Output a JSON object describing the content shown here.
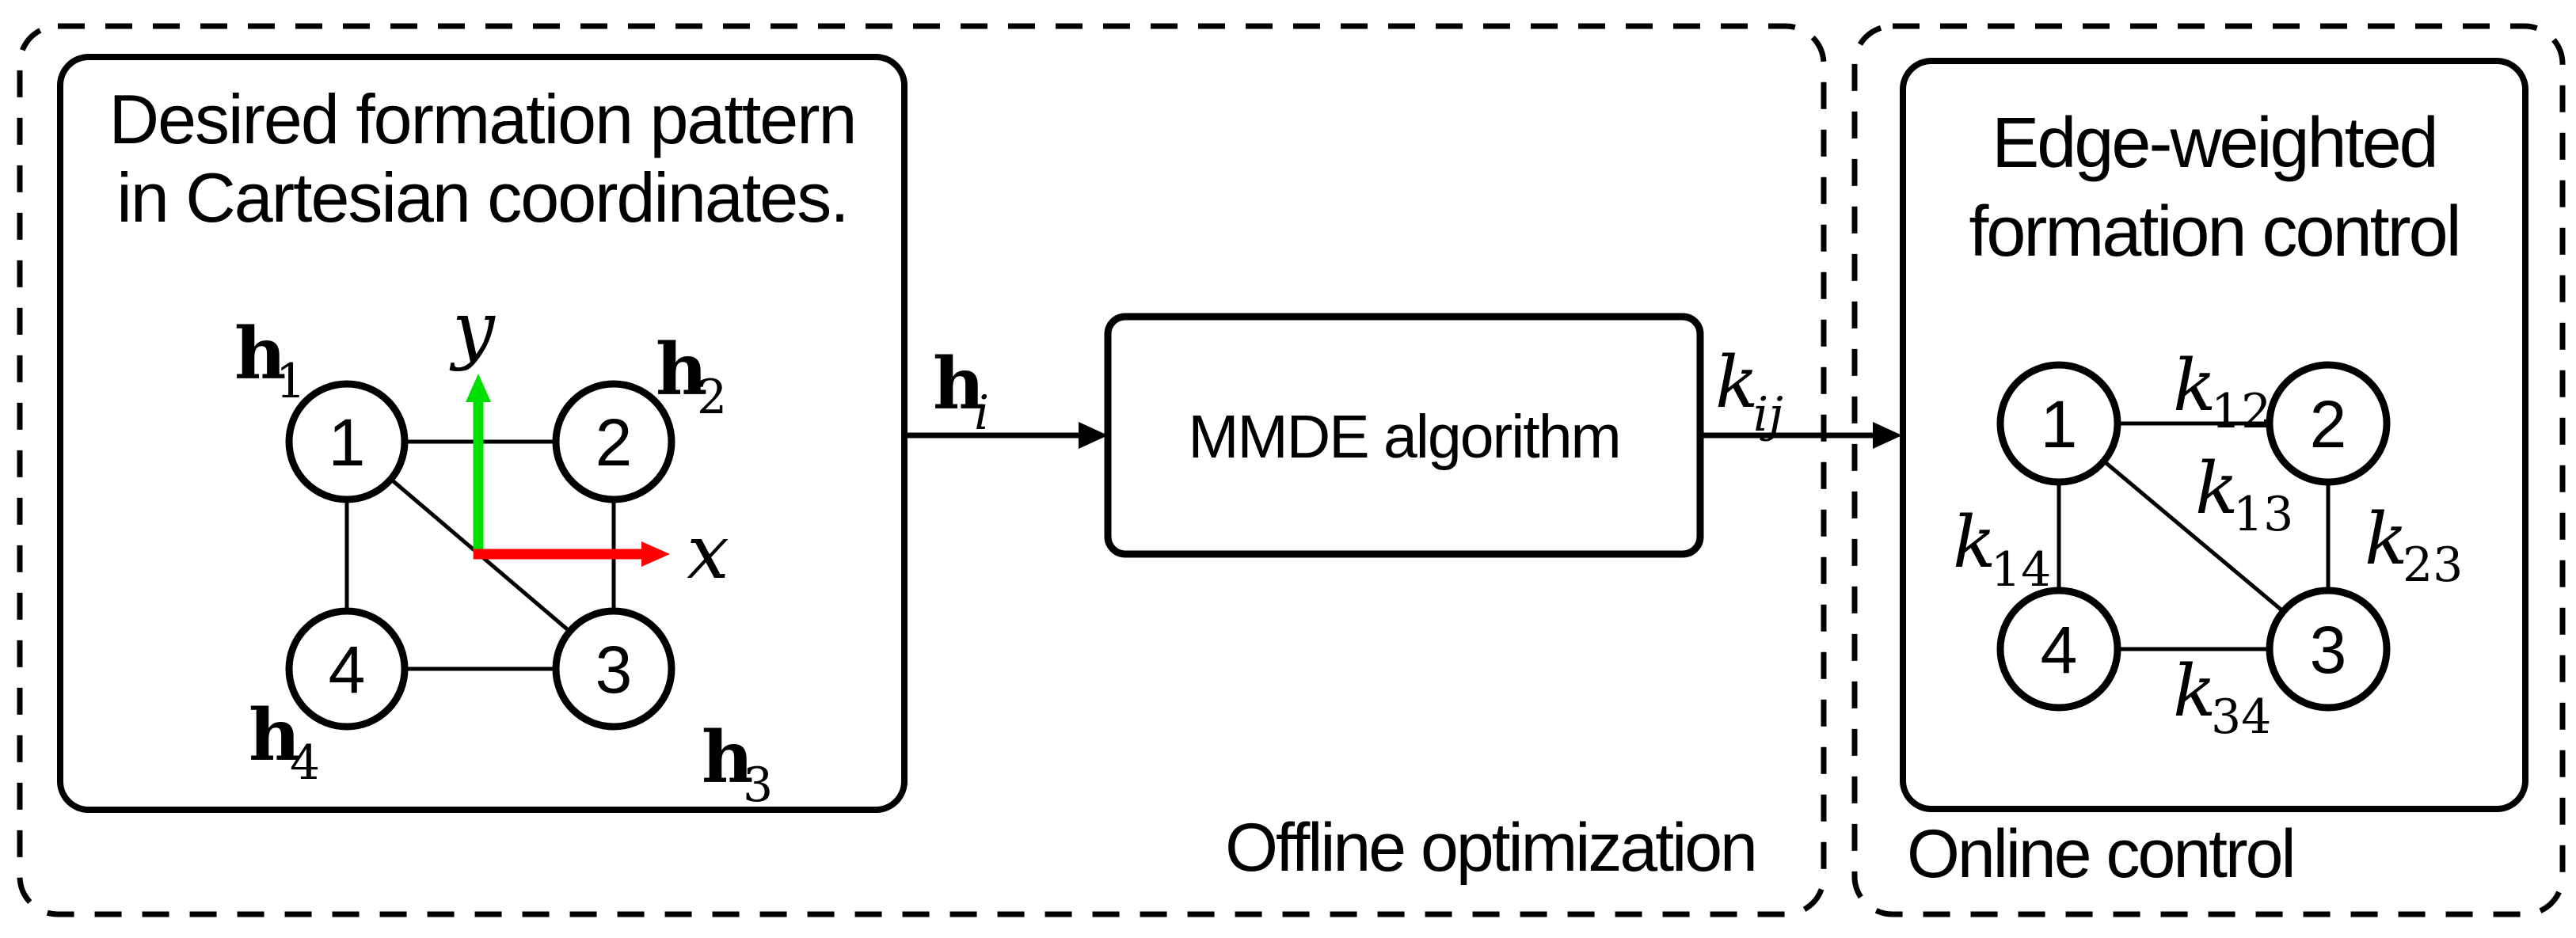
{
  "figure": {
    "background": "#ffffff",
    "line_color": "#000000"
  },
  "offline": {
    "caption": "Offline optimization",
    "pattern_box": {
      "title_line1": "Desired formation pattern",
      "title_line2": "in Cartesian coordinates.",
      "nodes": [
        {
          "id": "1",
          "label_main": "h",
          "label_sub": "1"
        },
        {
          "id": "2",
          "label_main": "h",
          "label_sub": "2"
        },
        {
          "id": "3",
          "label_main": "h",
          "label_sub": "3"
        },
        {
          "id": "4",
          "label_main": "h",
          "label_sub": "4"
        }
      ],
      "edges": [
        "1-2",
        "1-3",
        "1-4",
        "2-3",
        "3-4"
      ],
      "axes": {
        "x_label": "x",
        "y_label": "y",
        "x_color": "#ff0000",
        "y_color": "#00e000"
      }
    },
    "mmde_box": {
      "label": "MMDE algorithm"
    },
    "input_signal": {
      "main": "h",
      "sub": "i"
    },
    "output_signal": {
      "main": "k",
      "sub": "ij"
    }
  },
  "online": {
    "caption": "Online control",
    "control_box": {
      "title_line1": "Edge-weighted",
      "title_line2": "formation control",
      "nodes": [
        {
          "id": "1"
        },
        {
          "id": "2"
        },
        {
          "id": "3"
        },
        {
          "id": "4"
        }
      ],
      "edges": [
        "1-2",
        "1-3",
        "1-4",
        "2-3",
        "3-4"
      ],
      "edge_weights": [
        {
          "edge": "1-2",
          "main": "k",
          "sub": "12"
        },
        {
          "edge": "1-3",
          "main": "k",
          "sub": "13"
        },
        {
          "edge": "1-4",
          "main": "k",
          "sub": "14"
        },
        {
          "edge": "2-3",
          "main": "k",
          "sub": "23"
        },
        {
          "edge": "3-4",
          "main": "k",
          "sub": "34"
        }
      ]
    }
  }
}
